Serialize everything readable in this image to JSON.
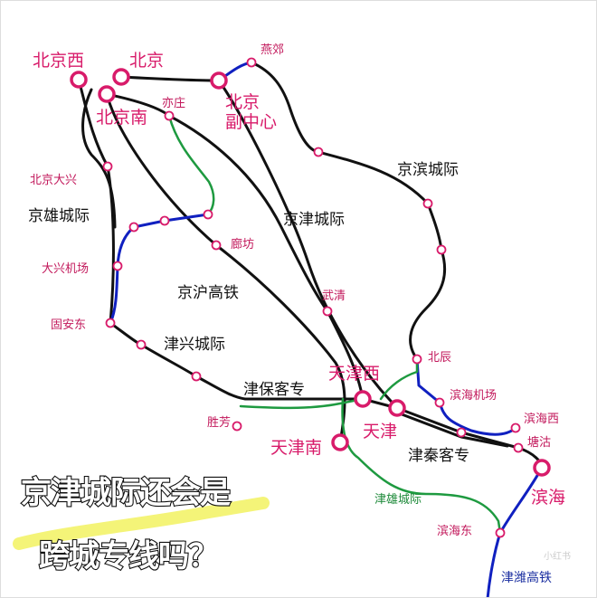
{
  "colors": {
    "station": "#d81b6a",
    "black_line": "#111111",
    "blue_line": "#1020c0",
    "green_line": "#1e9a40",
    "highlight": "#f2f260"
  },
  "major_stations": [
    "北京西",
    "北京",
    "北京南",
    "北京\n副中心",
    "天津西",
    "天津",
    "天津南",
    "滨海"
  ],
  "minor_stations": [
    "燕郊",
    "亦庄",
    "北京大兴",
    "大兴机场",
    "固安东",
    "廊坊",
    "武清",
    "胜芳",
    "北辰",
    "滨海机场",
    "滨海西",
    "塘沽",
    "滨海东"
  ],
  "line_labels": {
    "jingbin": "京滨城际",
    "jingjin": "京津城际",
    "jingxiong": "京雄城际",
    "jinghu": "京沪高铁",
    "jinxing": "津兴城际",
    "jinbao": "津保客专",
    "jinqin": "津秦客专",
    "jinxiong": "津雄城际",
    "jinwei": "津潍高铁"
  },
  "headline": {
    "line1": "京津城际还会是",
    "line2": "跨城专线吗？"
  },
  "watermark": "小红书"
}
